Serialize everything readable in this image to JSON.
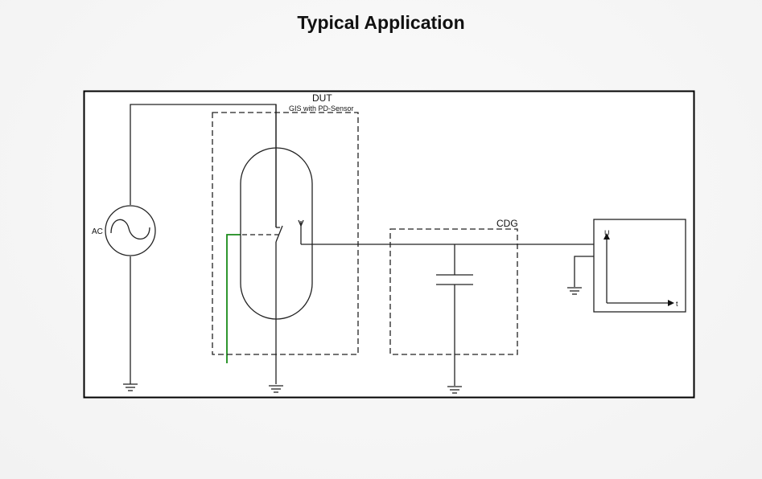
{
  "title": "Typical Application",
  "diagram": {
    "labels": {
      "dut": "DUT",
      "dut_subtitle": "GIS with PD-Sensor",
      "ac_source": "AC",
      "cdg": "CDG",
      "scope_y_axis": "U",
      "scope_x_axis": "t"
    },
    "colors": {
      "wire": "#222222",
      "sensor_lead": "#1a8a1a",
      "frame": "#000000"
    },
    "components": [
      "ac-voltage-source",
      "dut-enclosure-gis",
      "disconnector-switch",
      "pd-sensor-antenna",
      "coupling-capacitor-cdg",
      "measurement-instrument",
      "ground-symbols"
    ]
  }
}
